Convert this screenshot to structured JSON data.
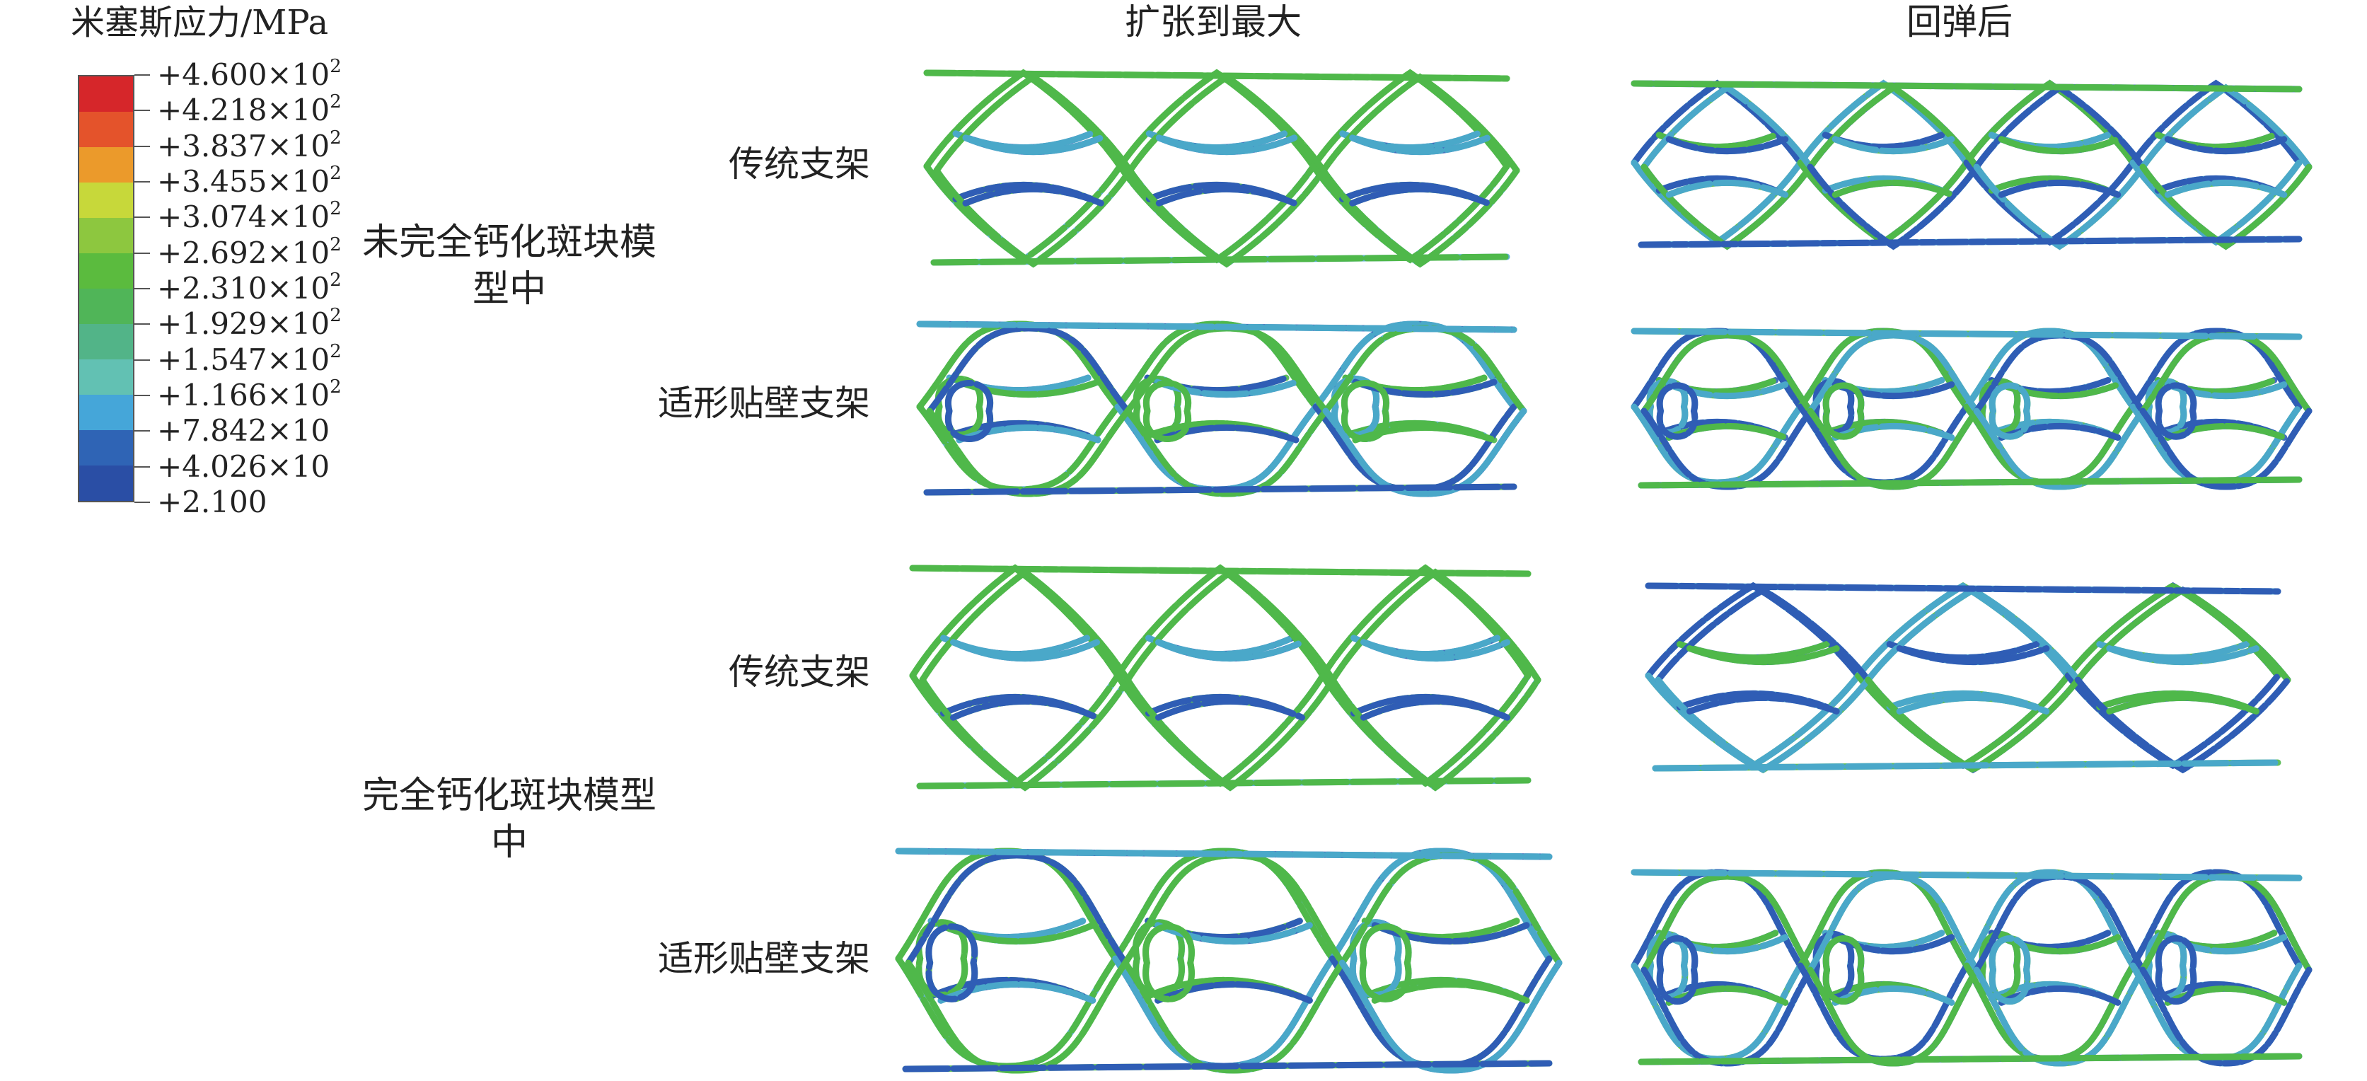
{
  "legend": {
    "title": "米塞斯应力/MPa",
    "levels": [
      {
        "mantissa": "+4.600×10",
        "exp": "2",
        "color": "#d6262a"
      },
      {
        "mantissa": "+4.218×10",
        "exp": "2",
        "color": "#e4532b"
      },
      {
        "mantissa": "+3.837×10",
        "exp": "2",
        "color": "#eb9a2b"
      },
      {
        "mantissa": "+3.455×10",
        "exp": "2",
        "color": "#c7d83a"
      },
      {
        "mantissa": "+3.074×10",
        "exp": "2",
        "color": "#8dc73f"
      },
      {
        "mantissa": "+2.692×10",
        "exp": "2",
        "color": "#5bbb3e"
      },
      {
        "mantissa": "+2.310×10",
        "exp": "2",
        "color": "#50b558"
      },
      {
        "mantissa": "+1.929×10",
        "exp": "2",
        "color": "#52b488"
      },
      {
        "mantissa": "+1.547×10",
        "exp": "2",
        "color": "#62c1b3"
      },
      {
        "mantissa": "+1.166×10",
        "exp": "2",
        "color": "#45a6d9"
      },
      {
        "mantissa": "+7.842×10",
        "exp": "",
        "color": "#2f64b5"
      },
      {
        "mantissa": "+4.026×10",
        "exp": "",
        "color": "#2a4ea5"
      },
      {
        "mantissa": "+2.100",
        "exp": "",
        "color": ""
      }
    ]
  },
  "columns": {
    "expanded": "扩张到最大",
    "recoiled": "回弹后"
  },
  "groups": [
    {
      "label": "未完全钙化斑块模型中",
      "rows": [
        {
          "label": "传统支架"
        },
        {
          "label": "适形贴壁支架"
        }
      ]
    },
    {
      "label": "完全钙化斑块模型中",
      "rows": [
        {
          "label": "传统支架"
        },
        {
          "label": "适形贴壁支架"
        }
      ]
    }
  ],
  "colors": {
    "strut_green": "#4fb84a",
    "strut_blue": "#2f5db5",
    "strut_cyan": "#4aa8c9"
  }
}
